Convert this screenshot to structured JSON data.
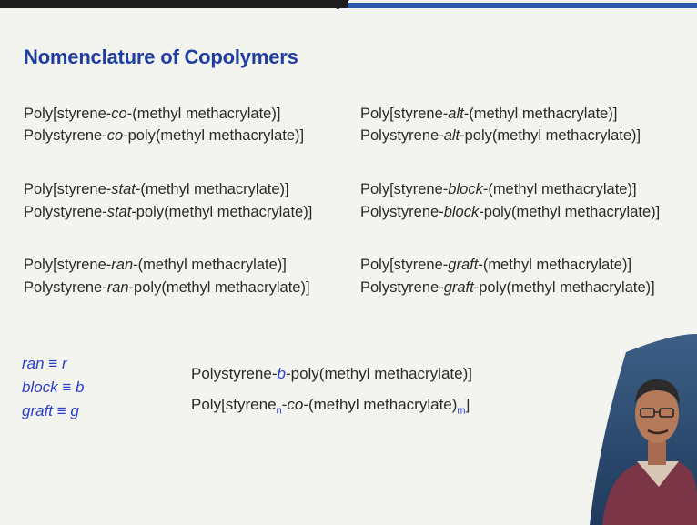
{
  "title": "Nomenclature of Copolymers",
  "left_column": [
    {
      "line1": {
        "pre": "Poly[styrene-",
        "term": "co",
        "post": "-(methyl methacrylate)]"
      },
      "line2": {
        "pre": "Polystyrene-",
        "term": "co",
        "post": "-poly(methyl methacrylate)]"
      }
    },
    {
      "line1": {
        "pre": "Poly[styrene-",
        "term": "stat",
        "post": "-(methyl methacrylate)]"
      },
      "line2": {
        "pre": "Polystyrene-",
        "term": "stat",
        "post": "-poly(methyl methacrylate)]"
      }
    },
    {
      "line1": {
        "pre": "Poly[styrene-",
        "term": "ran",
        "post": "-(methyl methacrylate)]"
      },
      "line2": {
        "pre": "Polystyrene-",
        "term": "ran",
        "post": "-poly(methyl methacrylate)]"
      }
    }
  ],
  "right_column": [
    {
      "line1": {
        "pre": "Poly[styrene-",
        "term": "alt",
        "post": "-(methyl methacrylate)]"
      },
      "line2": {
        "pre": "Polystyrene-",
        "term": "alt",
        "post": "-poly(methyl methacrylate)]"
      }
    },
    {
      "line1": {
        "pre": "Poly[styrene-",
        "term": "block",
        "post": "-(methyl methacrylate)]"
      },
      "line2": {
        "pre": "Polystyrene-",
        "term": "block",
        "post": "-poly(methyl methacrylate)]"
      }
    },
    {
      "line1": {
        "pre": "Poly[styrene-",
        "term": "graft",
        "post": "-(methyl methacrylate)]"
      },
      "line2": {
        "pre": "Polystyrene-",
        "term": "graft",
        "post": "-poly(methyl methacrylate)]"
      }
    }
  ],
  "abbreviations": [
    "ran ≡ r",
    "block ≡ b",
    "graft ≡ g"
  ],
  "examples": {
    "ex1": {
      "pre": "Polystyrene-",
      "term": "b",
      "post": "-poly(methyl methacrylate)]"
    },
    "ex2": {
      "pre": "Poly[styrene",
      "sub_n": "n",
      "mid_dash": "-",
      "term": "co",
      "mid": "-(methyl methacrylate)",
      "sub_m": "m",
      "post": "]"
    }
  },
  "colors": {
    "title": "#1f3fa0",
    "accent": "#2a3fd0",
    "text": "#2a2a2a"
  }
}
